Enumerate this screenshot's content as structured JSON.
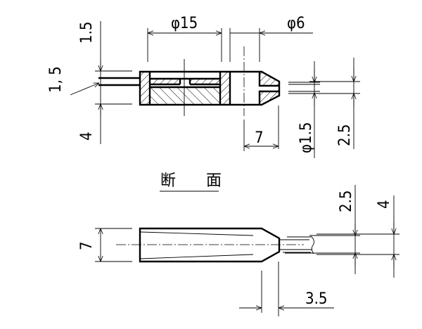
{
  "drawing": {
    "section_title": "断 面",
    "top_view": {
      "dim_phi15": "φ15",
      "dim_phi6": "φ6",
      "dim_1_5_top": "1.5",
      "dim_1_5_leader": "1, 5",
      "dim_4_left": "4",
      "dim_7_tip": "7",
      "dim_phi1_5": "φ1.5",
      "dim_2_5_right": "2.5"
    },
    "section_view": {
      "dim_7_left": "7",
      "dim_2_5": "2.5",
      "dim_4": "4",
      "dim_3_5": "3.5"
    }
  }
}
